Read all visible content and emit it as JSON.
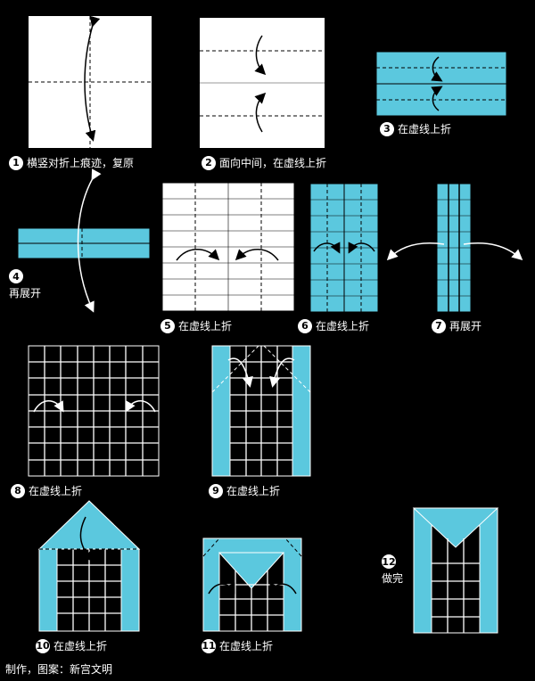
{
  "steps": [
    {
      "num": "1",
      "text": "横竖对折上痕迹，复原"
    },
    {
      "num": "2",
      "text": "面向中间，在虚线上折"
    },
    {
      "num": "3",
      "text": "在虚线上折"
    },
    {
      "num": "4",
      "text": "再展开"
    },
    {
      "num": "5",
      "text": "在虚线上折"
    },
    {
      "num": "6",
      "text": "在虚线上折"
    },
    {
      "num": "7",
      "text": "再展开"
    },
    {
      "num": "8",
      "text": "在虚线上折"
    },
    {
      "num": "9",
      "text": "在虚线上折"
    },
    {
      "num": "10",
      "text": "在虚线上折"
    },
    {
      "num": "11",
      "text": "在虚线上折"
    },
    {
      "num": "12",
      "text": "做完"
    }
  ],
  "credit": "制作，图案：新宫文明",
  "colors": {
    "background": "#000000",
    "paper": "#ffffff",
    "blue": "#5bc8de",
    "line": "#000000"
  }
}
